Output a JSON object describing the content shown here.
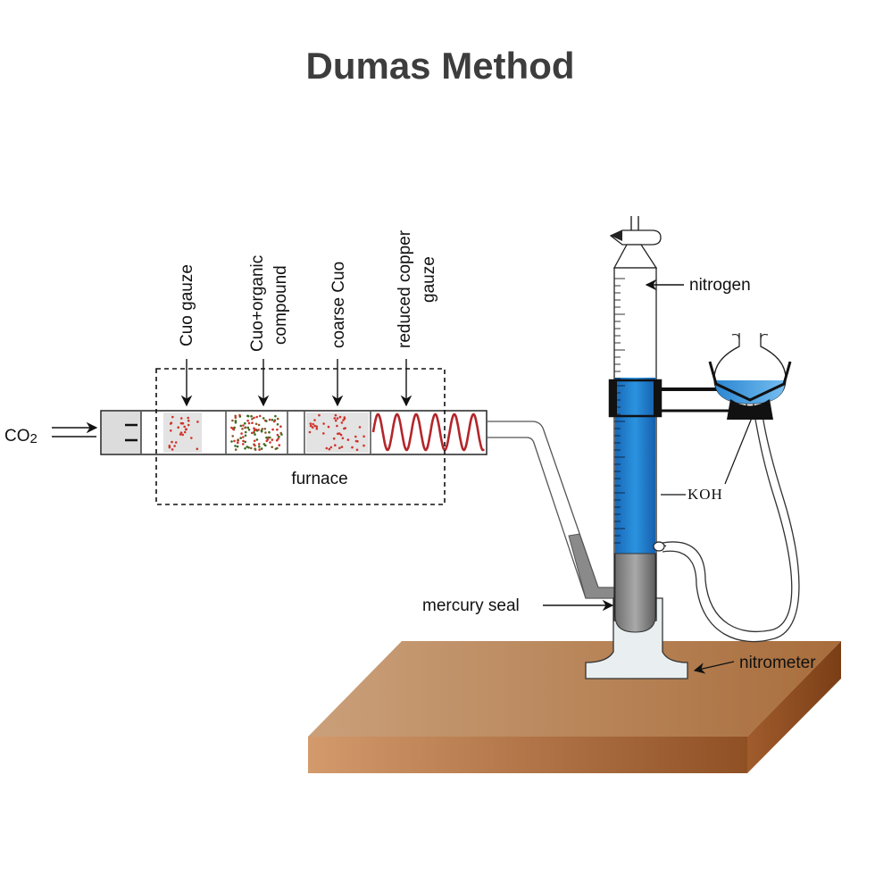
{
  "title": "Dumas Method",
  "labels": {
    "co2": "CO",
    "co2_sub": "2",
    "cuo_gauze": "Cuo gauze",
    "cuo_organic_line1": "Cuo+organic",
    "cuo_organic_line2": "compound",
    "coarse_cuo": "coarse Cuo",
    "reduced_copper_line1": "reduced copper",
    "reduced_copper_line2": "gauze",
    "furnace": "furnace",
    "nitrogen": "nitrogen",
    "koh": "KOH",
    "mercury_seal": "mercury seal",
    "nitrometer": "nitrometer"
  },
  "colors": {
    "title": "#3d3d3d",
    "koh_solution": "#1d7fd0",
    "mercury": "#8a8a8a",
    "copper_coil": "#b3262b",
    "cuo_dots": "#d0332b",
    "organic_dots": "#3a6b22",
    "table_top": "#b8814f",
    "table_front": "#c4865a"
  }
}
